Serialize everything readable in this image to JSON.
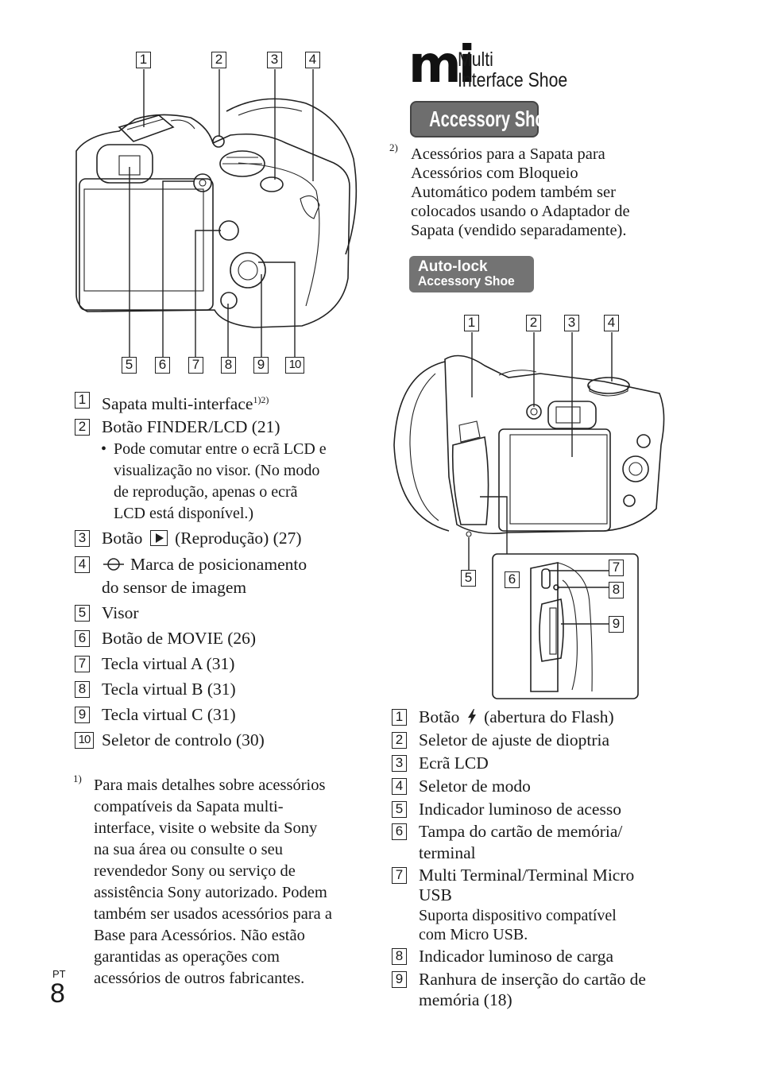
{
  "page": {
    "lang_tag": "PT",
    "number": "8"
  },
  "fig1_callouts": [
    "1",
    "2",
    "3",
    "4",
    "5",
    "6",
    "7",
    "8",
    "9",
    "10"
  ],
  "fig2_callouts": [
    "1",
    "2",
    "3",
    "4",
    "5",
    "6",
    "7",
    "8",
    "9"
  ],
  "logos": {
    "mi_glyph": "mi",
    "mi_line1": "Multi",
    "mi_line2": "Interface Shoe",
    "accessory_shoe": "Accessory Shoe",
    "autolock_line1": "Auto-lock",
    "autolock_line2": "Accessory Shoe"
  },
  "left_list": [
    {
      "num": "1",
      "text": "Sapata multi-interface",
      "sup": "1)2)"
    },
    {
      "num": "2",
      "text": "Botão FINDER/LCD (21)"
    },
    {
      "num": "3",
      "text_before": "Botão",
      "icon": "play-icon",
      "text_after": "(Reprodução) (27)"
    },
    {
      "num": "4",
      "icon": "image-sensor-mark-icon",
      "text_line1": "Marca de posicionamento",
      "text_line2": "do sensor de imagem"
    },
    {
      "num": "5",
      "text": "Visor"
    },
    {
      "num": "6",
      "text": "Botão de MOVIE (26)"
    },
    {
      "num": "7",
      "text": "Tecla virtual A (31)"
    },
    {
      "num": "8",
      "text": "Tecla virtual B (31)"
    },
    {
      "num": "9",
      "text": "Tecla virtual C (31)"
    },
    {
      "num": "10",
      "text": "Seletor de controlo (30)"
    }
  ],
  "item2_bullet": {
    "bullet": "•",
    "lines": [
      "Pode comutar entre o ecrã LCD e",
      "visualização no visor. (No modo",
      "de reprodução, apenas o ecrã",
      "LCD está disponível.)"
    ]
  },
  "footnote1": {
    "mark": "1)",
    "lines": [
      "Para mais detalhes sobre acessórios",
      "compatíveis da Sapata multi-",
      "interface, visite o website da Sony",
      "na sua área ou consulte o seu",
      "revendedor Sony ou serviço de",
      "assistência Sony autorizado. Podem",
      "também ser usados acessórios para a",
      "Base para Acessórios. Não estão",
      "garantidas as operações com",
      "acessórios de outros fabricantes."
    ]
  },
  "footnote2": {
    "mark": "2)",
    "lines": [
      "Acessórios para a Sapata para",
      "Acessórios com Bloqueio",
      "Automático podem também ser",
      "colocados usando o Adaptador de",
      "Sapata (vendido separadamente)."
    ]
  },
  "right_list": [
    {
      "num": "1",
      "text_before": "Botão",
      "icon": "flash-icon",
      "text_after": "(abertura do Flash)"
    },
    {
      "num": "2",
      "text": "Seletor de ajuste de dioptria"
    },
    {
      "num": "3",
      "text": "Ecrã LCD"
    },
    {
      "num": "4",
      "text": "Seletor de modo"
    },
    {
      "num": "5",
      "text": "Indicador luminoso de acesso"
    },
    {
      "num": "6",
      "text_line1": "Tampa do cartão de memória/",
      "text_line2": "terminal"
    },
    {
      "num": "7",
      "text_line1": "Multi Terminal/Terminal Micro",
      "text_line2": "USB",
      "note_line1": "Suporta dispositivo compatível",
      "note_line2": "com Micro USB."
    },
    {
      "num": "8",
      "text": "Indicador luminoso de carga"
    },
    {
      "num": "9",
      "text_line1": "Ranhura de inserção do cartão de",
      "text_line2": "memória (18)"
    }
  ]
}
